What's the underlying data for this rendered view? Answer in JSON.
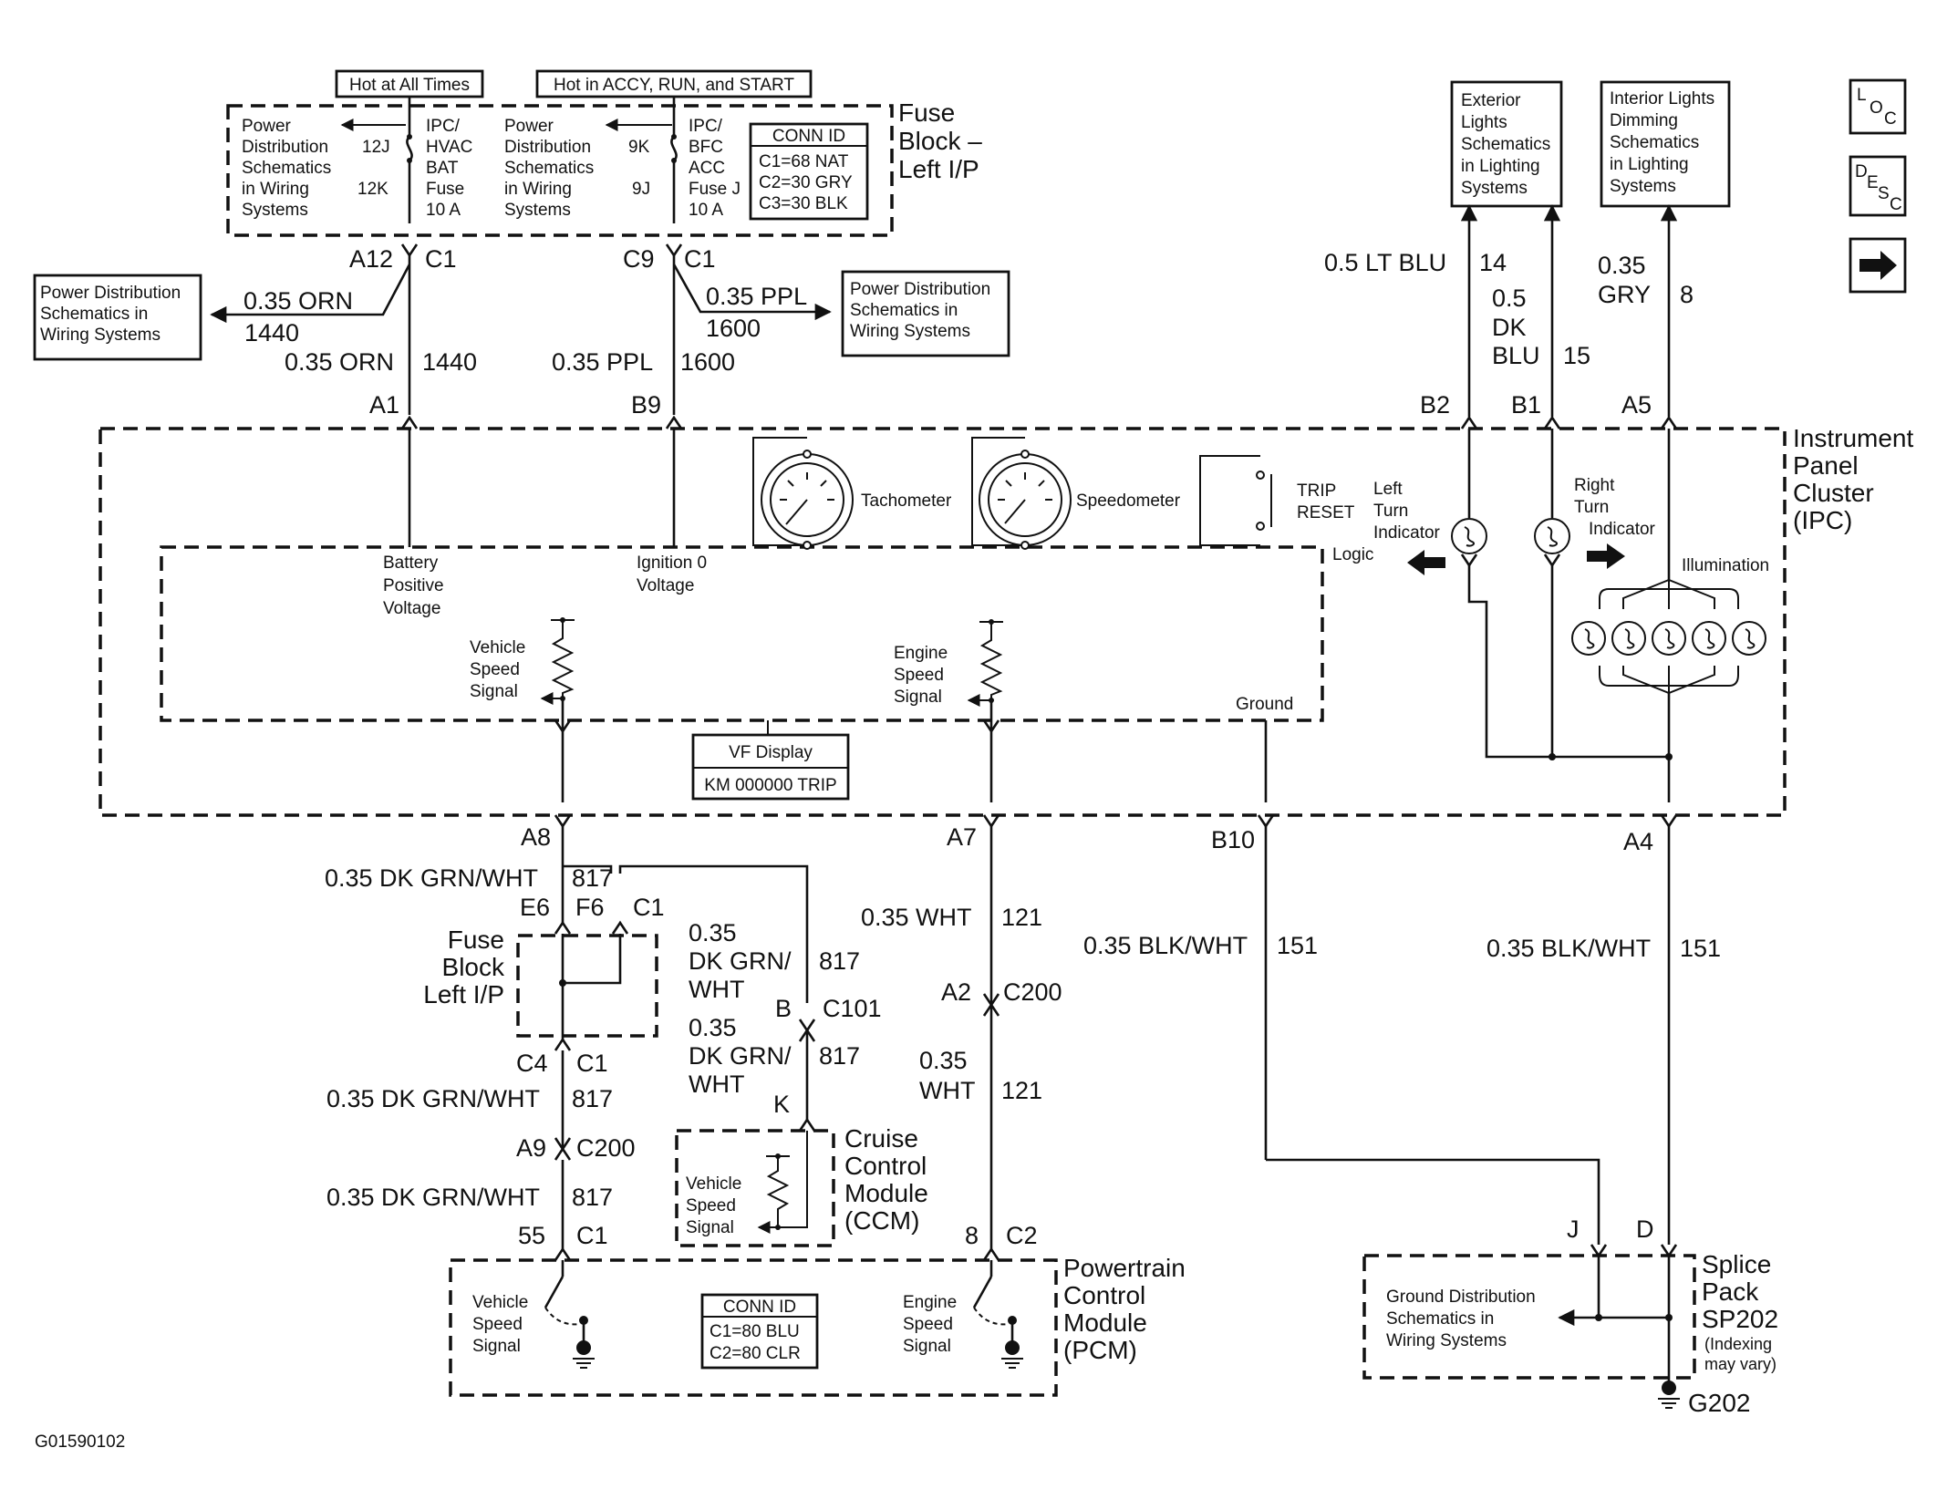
{
  "fuse_block_top": {
    "title": [
      "Fuse",
      "Block –",
      "Left I/P"
    ],
    "hot_all_times": "Hot at All Times",
    "hot_accy": "Hot in ACCY, RUN, and START",
    "pd_left": [
      "Power",
      "Distribution",
      "Schematics",
      "in Wiring",
      "Systems"
    ],
    "pd_mid": [
      "Power",
      "Distribution",
      "Schematics",
      "in Wiring",
      "Systems"
    ],
    "pin_12j": "12J",
    "pin_12k": "12K",
    "pin_9k": "9K",
    "pin_9j": "9J",
    "fuse_hvac": [
      "IPC/",
      "HVAC",
      "BAT",
      "Fuse",
      "10 A"
    ],
    "fuse_j": [
      "IPC/",
      "BFC",
      "ACC",
      "Fuse J",
      "10 A"
    ],
    "conn_id": [
      "CONN ID",
      "C1=68 NAT",
      "C2=30 GRY",
      "C3=30 BLK"
    ]
  },
  "power_dist_left": [
    "Power Distribution",
    "Schematics in",
    "Wiring Systems"
  ],
  "power_dist_right": [
    "Power Distribution",
    "Schematics in",
    "Wiring Systems"
  ],
  "exterior_lights": [
    "Exterior",
    "Lights",
    "Schematics",
    "in Lighting",
    "Systems"
  ],
  "interior_lights": [
    "Interior Lights",
    "Dimming",
    "Schematics",
    "in Lighting",
    "Systems"
  ],
  "nav": {
    "loc": "LOC",
    "desc": "DESC",
    "next_icon": "right-arrow-icon"
  },
  "wires": {
    "a12": "A12",
    "c1a": "C1",
    "c9": "C9",
    "c1b": "C1",
    "orn_branch": "0.35 ORN",
    "orn_branch_num": "1440",
    "ppl_branch": "0.35 PPL",
    "ppl_branch_num": "1600",
    "orn": "0.35 ORN",
    "orn_num": "1440",
    "ppl": "0.35 PPL",
    "ppl_num": "1600",
    "a1": "A1",
    "b9": "B9",
    "lt_blu": "0.5 LT BLU",
    "lt_blu_num": "14",
    "dk_blu": [
      "0.5",
      "DK",
      "BLU"
    ],
    "dk_blu_num": "15",
    "gry": [
      "0.35",
      "GRY"
    ],
    "gry_num": "8",
    "b2": "B2",
    "b1": "B1",
    "a5": "A5"
  },
  "ipc": {
    "title": [
      "Instrument",
      "Panel",
      "Cluster",
      "(IPC)"
    ],
    "tachometer": "Tachometer",
    "speedometer": "Speedometer",
    "trip_reset": [
      "TRIP",
      "RESET"
    ],
    "left_turn": [
      "Left",
      "Turn",
      "Indicator"
    ],
    "right_turn": [
      "Right",
      "Turn",
      "Indicator"
    ],
    "logic": "Logic",
    "illumination": "Illumination",
    "battery": [
      "Battery",
      "Positive",
      "Voltage"
    ],
    "ignition": [
      "Ignition 0",
      "Voltage"
    ],
    "vehicle_speed": [
      "Vehicle",
      "Speed",
      "Signal"
    ],
    "engine_speed": [
      "Engine",
      "Speed",
      "Signal"
    ],
    "ground": "Ground",
    "vf_display": "VF Display",
    "vf_value": "KM 000000 TRIP"
  },
  "lower": {
    "a8": "A8",
    "a7": "A7",
    "b10": "B10",
    "a4": "A4",
    "dkgrn1": "0.35 DK GRN/WHT",
    "n817a": "817",
    "e6": "E6",
    "f6": "F6",
    "c1c": "C1",
    "fuse_block": [
      "Fuse",
      "Block",
      "Left I/P"
    ],
    "dkgrn_mid1": [
      "0.35",
      "DK GRN/",
      "WHT"
    ],
    "n817b": "817",
    "b_pin": "B",
    "c101": "C101",
    "dkgrn_mid2": [
      "0.35",
      "DK GRN/",
      "WHT"
    ],
    "n817c": "817",
    "k_pin": "K",
    "wht1": "0.35 WHT",
    "n121a": "121",
    "a2": "A2",
    "c200a": "C200",
    "wht2": [
      "0.35",
      "WHT"
    ],
    "n121b": "121",
    "blkwht1": "0.35 BLK/WHT",
    "n151a": "151",
    "blkwht2": "0.35 BLK/WHT",
    "n151b": "151",
    "c4": "C4",
    "c1d": "C1",
    "dkgrn2": "0.35 DK GRN/WHT",
    "n817d": "817",
    "a9": "A9",
    "c200b": "C200",
    "dkgrn3": "0.35 DK GRN/WHT",
    "n817e": "817",
    "p55": "55",
    "c1e": "C1",
    "p8": "8",
    "c2": "C2",
    "j_pin": "J",
    "d_pin": "D"
  },
  "ccm": {
    "title": [
      "Cruise",
      "Control",
      "Module",
      "(CCM)"
    ],
    "vss": [
      "Vehicle",
      "Speed",
      "Signal"
    ]
  },
  "pcm": {
    "title": [
      "Powertrain",
      "Control",
      "Module",
      "(PCM)"
    ],
    "vss": [
      "Vehicle",
      "Speed",
      "Signal"
    ],
    "ess": [
      "Engine",
      "Speed",
      "Signal"
    ],
    "conn_id": [
      "CONN ID",
      "C1=80 BLU",
      "C2=80 CLR"
    ]
  },
  "splice": {
    "title": [
      "Splice",
      "Pack",
      "SP202"
    ],
    "note": [
      "(Indexing",
      "may vary)"
    ],
    "ground_dist": [
      "Ground Distribution",
      "Schematics in",
      "Wiring Systems"
    ],
    "g202": "G202"
  },
  "figure_id": "G01590102"
}
